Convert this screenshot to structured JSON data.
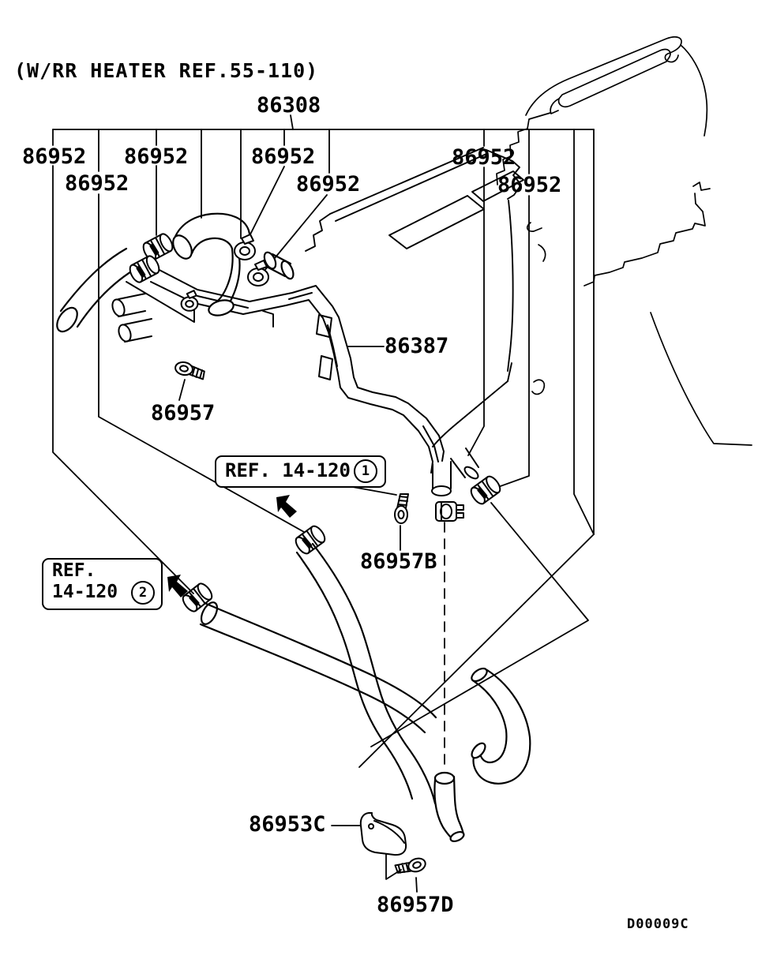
{
  "title_note": "(W/RR HEATER REF.55-110)",
  "doc_code": "D00009C",
  "labels": {
    "assembly": "86308",
    "clamp": "86952",
    "pipe_assembly": "86387",
    "bolt": "86957",
    "bolt_b": "86957B",
    "bracket": "86953C",
    "bolt_d": "86957D"
  },
  "refs": {
    "ref1": {
      "text": "REF. 14-120",
      "num": "1"
    },
    "ref2": {
      "line1": "REF.",
      "line2": "14-120",
      "num": "2"
    }
  },
  "colors": {
    "ink": "#000000",
    "background": "#ffffff"
  }
}
